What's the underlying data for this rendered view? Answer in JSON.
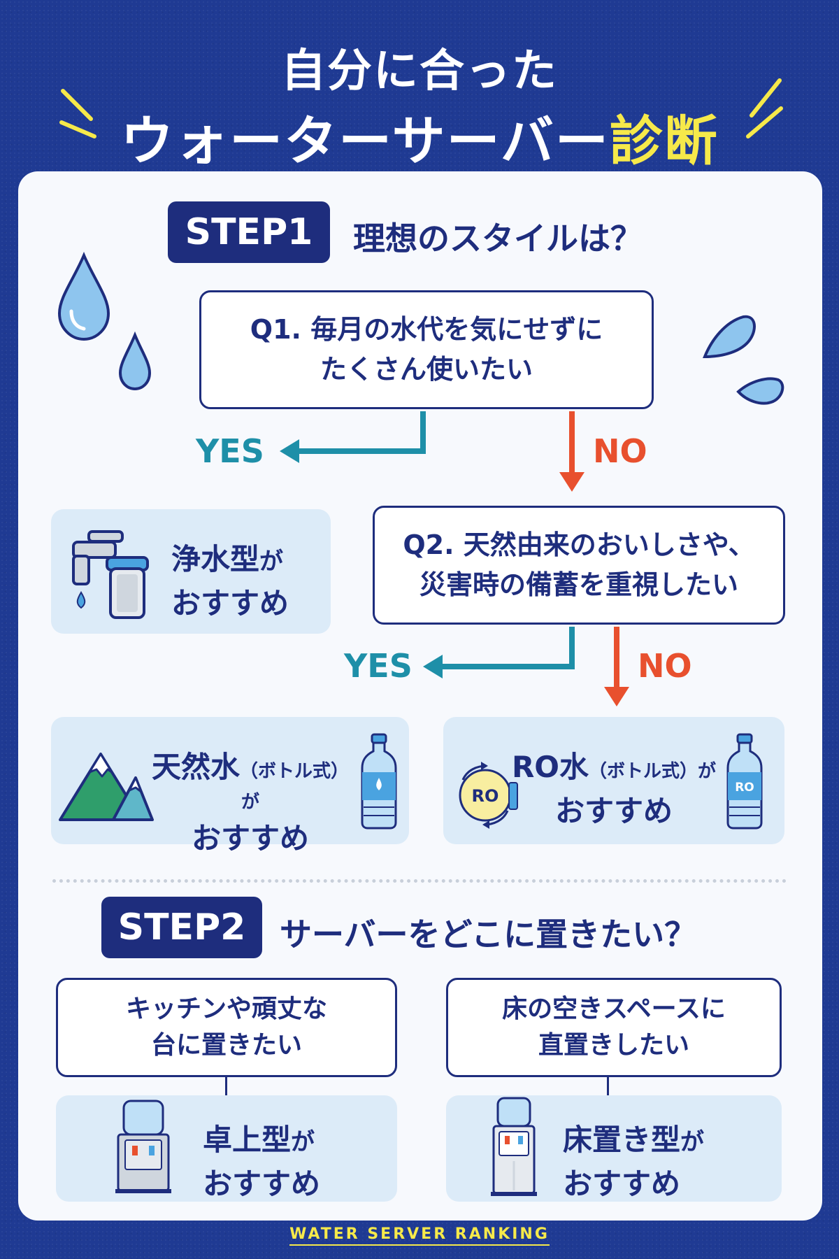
{
  "title": {
    "line1": "自分に合った",
    "line2_main": "ウォーターサーバー",
    "line2_highlight": "診断"
  },
  "colors": {
    "background": "#1f3a93",
    "navy": "#1e2d7d",
    "yes": "#1e8fa8",
    "no": "#e8502e",
    "highlight": "#f6e94a",
    "result_bg": "#dcebf8"
  },
  "step1": {
    "badge": "STEP1",
    "question": "理想のスタイルは？",
    "q1": {
      "line1": "Q1. 毎月の水代を気にせずに",
      "line2": "たくさん使いたい"
    },
    "q1_yes": "YES",
    "q1_no": "NO",
    "result_purifier": {
      "line1_main": "浄水型",
      "line1_suffix": "が",
      "line2": "おすすめ",
      "icon": "faucet-filter-icon"
    },
    "q2": {
      "line1": "Q2. 天然由来のおいしさや、",
      "line2": "災害時の備蓄を重視したい"
    },
    "q2_yes": "YES",
    "q2_no": "NO",
    "result_natural": {
      "main": "天然水",
      "paren": "（ボトル式）",
      "suffix": "が",
      "line2": "おすすめ",
      "icon": "mountain-icon",
      "bottle_icon": "water-bottle-icon"
    },
    "result_ro": {
      "main": "RO水",
      "paren": "（ボトル式）",
      "suffix": "が",
      "line2": "おすすめ",
      "icon": "ro-filter-icon",
      "icon_text": "RO",
      "bottle_label": "RO"
    }
  },
  "step2": {
    "badge": "STEP2",
    "question": "サーバーをどこに置きたい？",
    "left_box": {
      "line1": "キッチンや頑丈な",
      "line2": "台に置きたい"
    },
    "left_result": {
      "main": "卓上型",
      "suffix": "が",
      "line2": "おすすめ",
      "icon": "tabletop-server-icon"
    },
    "right_box": {
      "line1": "床の空きスペースに",
      "line2": "直置きしたい"
    },
    "right_result": {
      "main": "床置き型",
      "suffix": "が",
      "line2": "おすすめ",
      "icon": "floor-server-icon"
    }
  },
  "footer": "WATER SERVER RANKING"
}
